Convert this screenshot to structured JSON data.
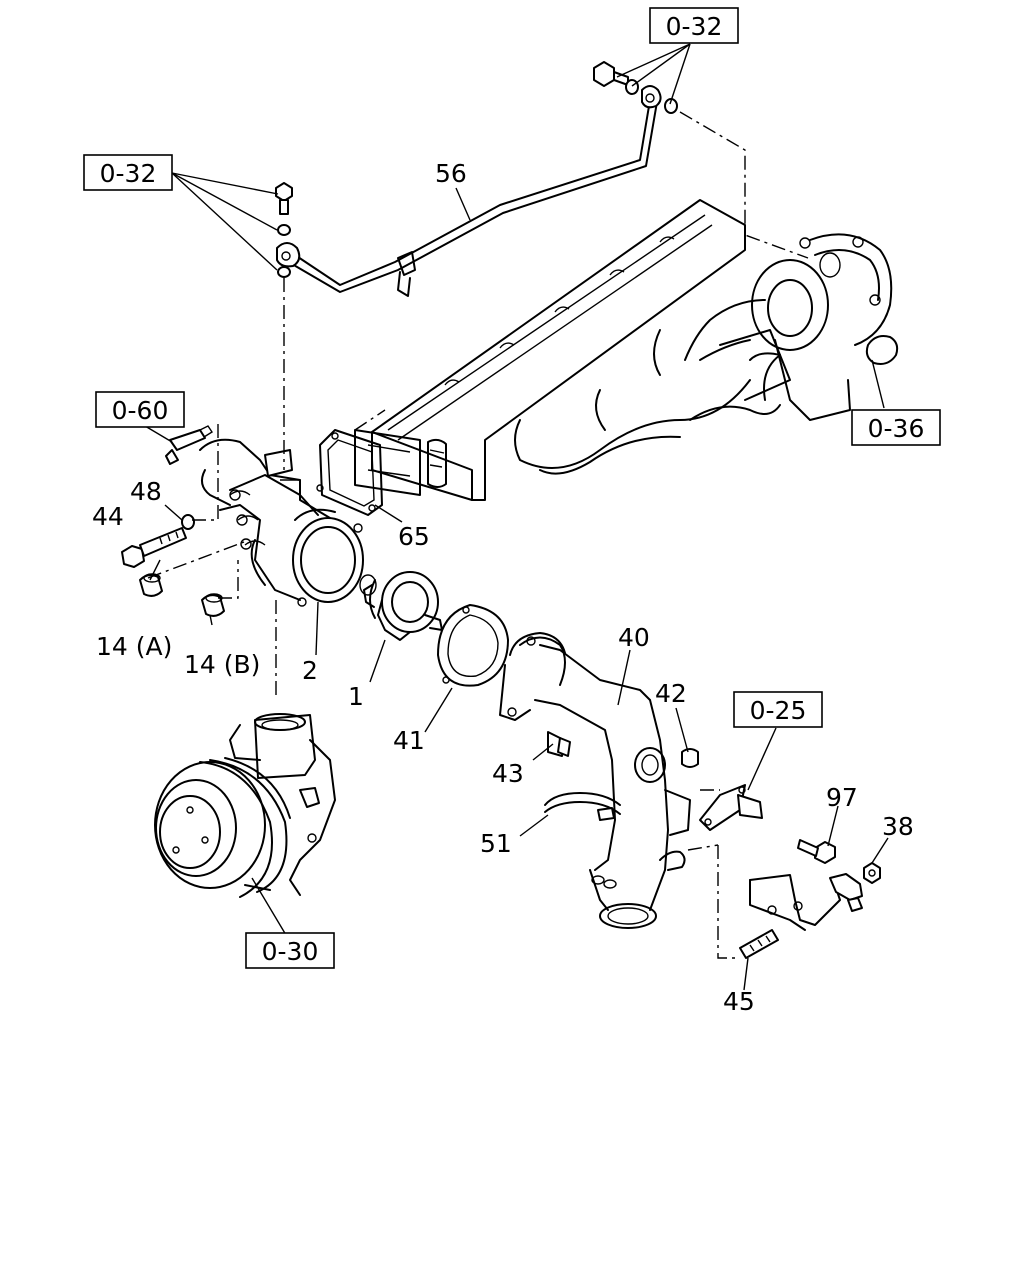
{
  "callouts": {
    "c56": "56",
    "c65": "65",
    "c48": "48",
    "c44": "44",
    "c14a": "14 (A)",
    "c14b": "14 (B)",
    "c2": "2",
    "c1": "1",
    "c41": "41",
    "c40": "40",
    "c42": "42",
    "c43": "43",
    "c51": "51",
    "c97": "97",
    "c38": "38",
    "c45": "45"
  },
  "refs": {
    "r032_top": "0-32",
    "r032_left": "0-32",
    "r060": "0-60",
    "r036": "0-36",
    "r025": "0-25",
    "r030": "0-30"
  }
}
